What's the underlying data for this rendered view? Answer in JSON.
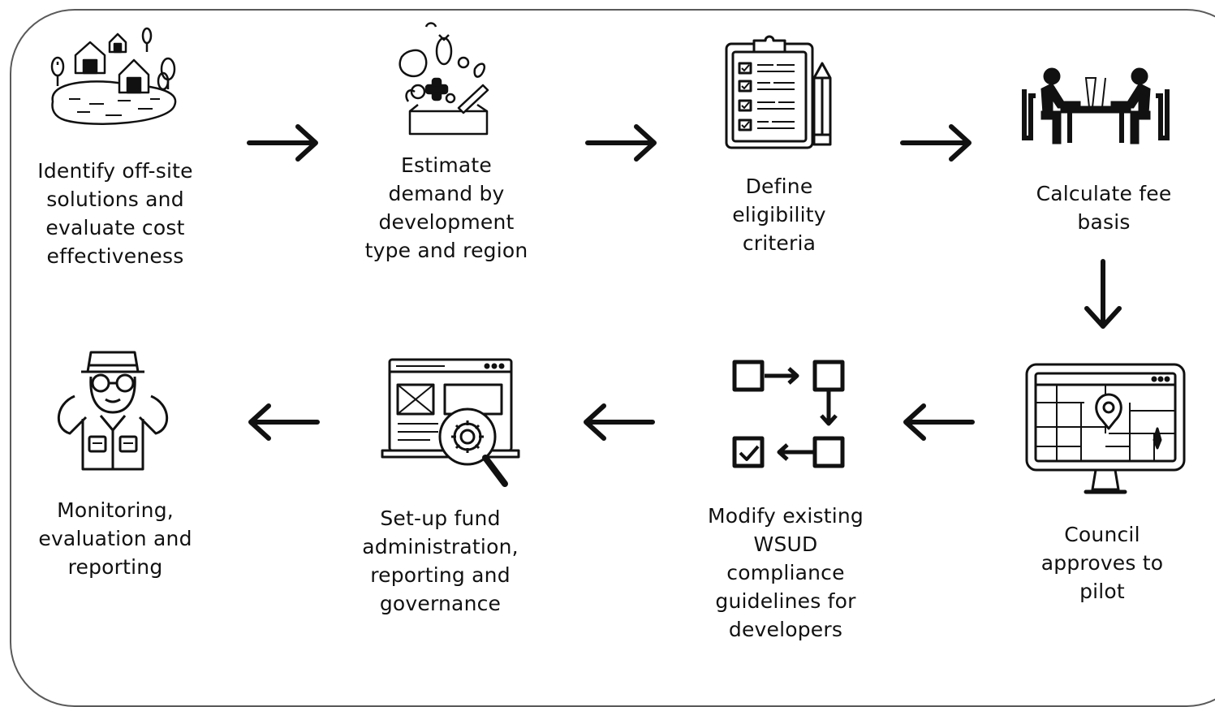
{
  "steps": [
    {
      "id": "identify",
      "label": "Identify off-site\nsolutions and\nevaluate cost\neffectiveness",
      "icon": "village-lake-icon"
    },
    {
      "id": "estimate",
      "label": "Estimate\ndemand by\ndevelopment\ntype and region",
      "icon": "produce-box-icon"
    },
    {
      "id": "define",
      "label": "Define\neligibility\ncriteria",
      "icon": "clipboard-checklist-icon"
    },
    {
      "id": "calculate",
      "label": "Calculate fee\nbasis",
      "icon": "meeting-table-icon"
    },
    {
      "id": "council",
      "label": "Council\napproves to\npilot",
      "icon": "monitor-map-icon"
    },
    {
      "id": "modify",
      "label": "Modify existing\nWSUD\ncompliance\nguidelines for\ndevelopers",
      "icon": "process-flow-icon"
    },
    {
      "id": "setup",
      "label": "Set-up fund\nadministration,\nreporting and\ngovernance",
      "icon": "browser-gear-search-icon"
    },
    {
      "id": "monitoring",
      "label": "Monitoring,\nevaluation and\nreporting",
      "icon": "explorer-binoculars-icon"
    }
  ]
}
